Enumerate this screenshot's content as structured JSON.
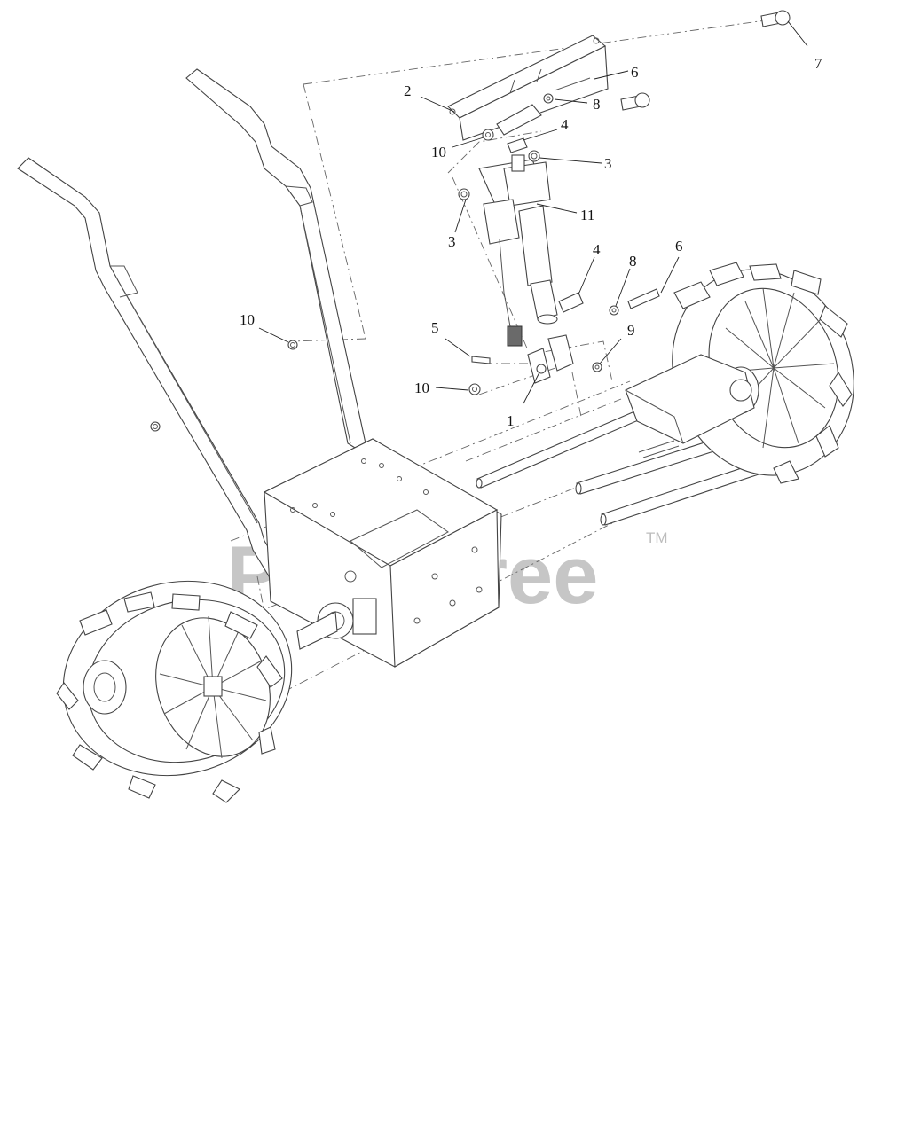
{
  "diagram": {
    "callouts": [
      {
        "id": "c7a",
        "label": "7"
      },
      {
        "id": "c6a",
        "label": "6"
      },
      {
        "id": "c2",
        "label": "2"
      },
      {
        "id": "c8a",
        "label": "8"
      },
      {
        "id": "c4a",
        "label": "4"
      },
      {
        "id": "c10a",
        "label": "10"
      },
      {
        "id": "c3a",
        "label": "3"
      },
      {
        "id": "c11",
        "label": "11"
      },
      {
        "id": "c3b",
        "label": "3"
      },
      {
        "id": "c4b",
        "label": "4"
      },
      {
        "id": "c8b",
        "label": "8"
      },
      {
        "id": "c6b",
        "label": "6"
      },
      {
        "id": "c10b",
        "label": "10"
      },
      {
        "id": "c5",
        "label": "5"
      },
      {
        "id": "c9",
        "label": "9"
      },
      {
        "id": "c10c",
        "label": "10"
      },
      {
        "id": "c1",
        "label": "1"
      }
    ]
  },
  "watermark": {
    "text": "PartsTree",
    "trademark": "TM"
  }
}
